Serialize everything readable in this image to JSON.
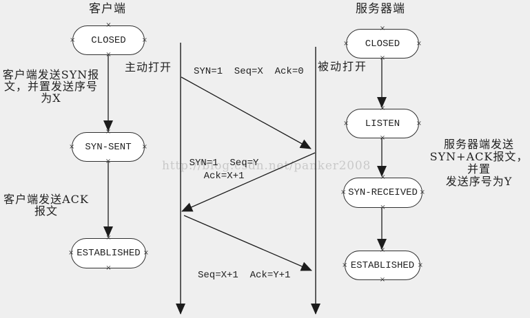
{
  "glyphs": {
    "handle": "×"
  },
  "colors": {
    "background": "#efefef",
    "line": "#1c1c1c",
    "box_fill": "#ffffff",
    "box_border": "#2f2f2f",
    "text": "#1f1f1f",
    "watermark": "#c9c9c9"
  },
  "client": {
    "title": "客户端",
    "open_label": "主动打开",
    "syn_note": "客户端发送SYN报\n文，并置发送序号\n为X",
    "ack_note": "客户端发送ACK\n报文",
    "states": {
      "closed": "CLOSED",
      "syn_sent": "SYN-SENT",
      "established": "ESTABLISHED"
    }
  },
  "server": {
    "title": "服务器端",
    "open_label": "被动打开",
    "synack_note": "服务器端发送\nSYN+ACK报文，并置\n发送序号为Y",
    "states": {
      "closed": "CLOSED",
      "listen": "LISTEN",
      "syn_received": "SYN-RECEIVED",
      "established": "ESTABLISHED"
    }
  },
  "messages": {
    "syn": "SYN=1  Seq=X  Ack=0",
    "synack": "SYN=1  Seq=Y\nAck=X+1",
    "ack": "Seq=X+1  Ack=Y+1"
  },
  "watermark": "http://blog.csdn.net/panker2008"
}
